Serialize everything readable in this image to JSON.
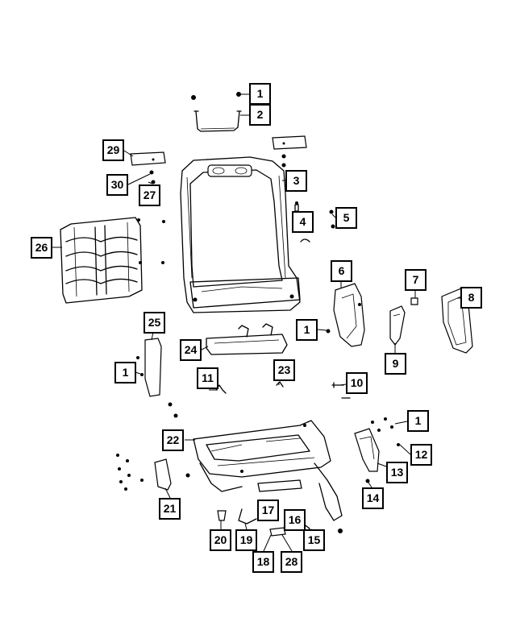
{
  "callouts": [
    {
      "id": "c1a",
      "label": "1"
    },
    {
      "id": "c2",
      "label": "2"
    },
    {
      "id": "c29",
      "label": "29"
    },
    {
      "id": "c3",
      "label": "3"
    },
    {
      "id": "c30",
      "label": "30"
    },
    {
      "id": "c27",
      "label": "27"
    },
    {
      "id": "c4",
      "label": "4"
    },
    {
      "id": "c5",
      "label": "5"
    },
    {
      "id": "c26",
      "label": "26"
    },
    {
      "id": "c6",
      "label": "6"
    },
    {
      "id": "c7",
      "label": "7"
    },
    {
      "id": "c8",
      "label": "8"
    },
    {
      "id": "c25",
      "label": "25"
    },
    {
      "id": "c1b",
      "label": "1"
    },
    {
      "id": "c24",
      "label": "24"
    },
    {
      "id": "c9",
      "label": "9"
    },
    {
      "id": "c1c",
      "label": "1"
    },
    {
      "id": "c11",
      "label": "11"
    },
    {
      "id": "c23",
      "label": "23"
    },
    {
      "id": "c10",
      "label": "10"
    },
    {
      "id": "c1d",
      "label": "1"
    },
    {
      "id": "c22",
      "label": "22"
    },
    {
      "id": "c12",
      "label": "12"
    },
    {
      "id": "c13",
      "label": "13"
    },
    {
      "id": "c14",
      "label": "14"
    },
    {
      "id": "c21",
      "label": "21"
    },
    {
      "id": "c17",
      "label": "17"
    },
    {
      "id": "c16",
      "label": "16"
    },
    {
      "id": "c20",
      "label": "20"
    },
    {
      "id": "c19",
      "label": "19"
    },
    {
      "id": "c15",
      "label": "15"
    },
    {
      "id": "c18",
      "label": "18"
    },
    {
      "id": "c28",
      "label": "28"
    }
  ]
}
